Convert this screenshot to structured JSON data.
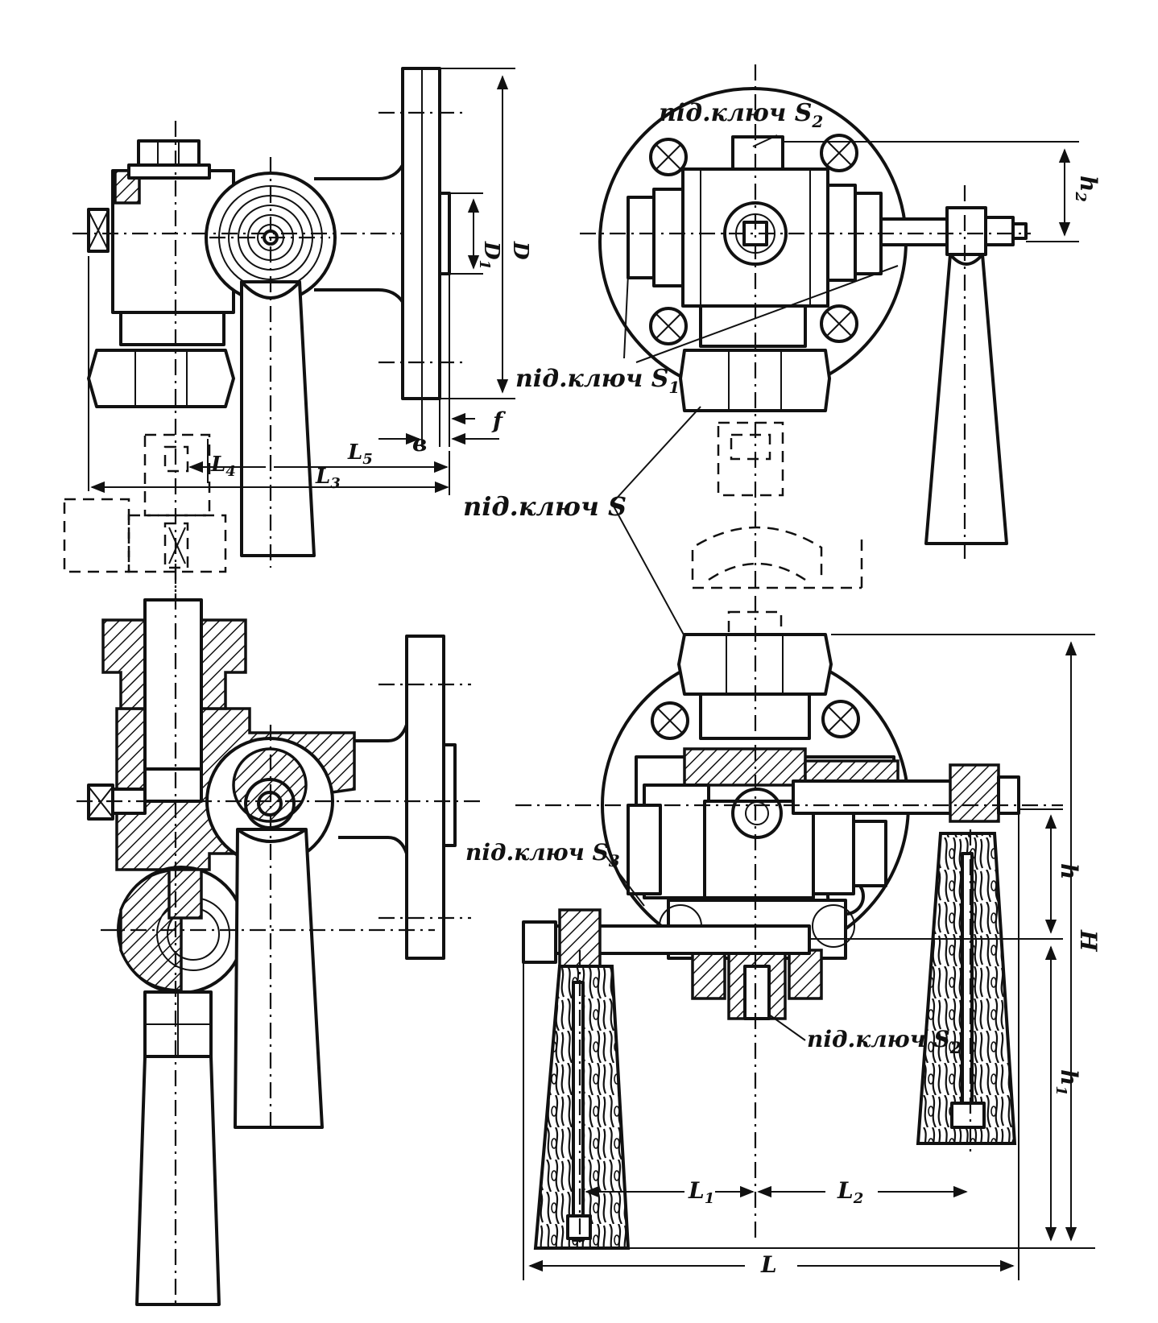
{
  "labels": {
    "key_s2_top": "під.ключ S",
    "key_s2_top_sub": "2",
    "key_s1": "під.ключ S",
    "key_s1_sub": "1",
    "key_s": "під.ключ S",
    "key_s3": "під.ключ S",
    "key_s3_sub": "3",
    "key_s2_bottom": "під.ключ S",
    "key_s2_bottom_sub": "2"
  },
  "dimensions": {
    "D1": "D",
    "D1_sub": "1",
    "D": "D",
    "h2": "h",
    "h2_sub": "2",
    "f": "f",
    "b": "в",
    "L4": "L",
    "L4_sub": "4",
    "L5": "L",
    "L5_sub": "5",
    "L3": "L",
    "L3_sub": "3",
    "h": "h",
    "H": "H",
    "h1": "h",
    "h1_sub": "1",
    "L1": "L",
    "L1_sub": "1",
    "L2": "L",
    "L2_sub": "2",
    "L": "L"
  }
}
